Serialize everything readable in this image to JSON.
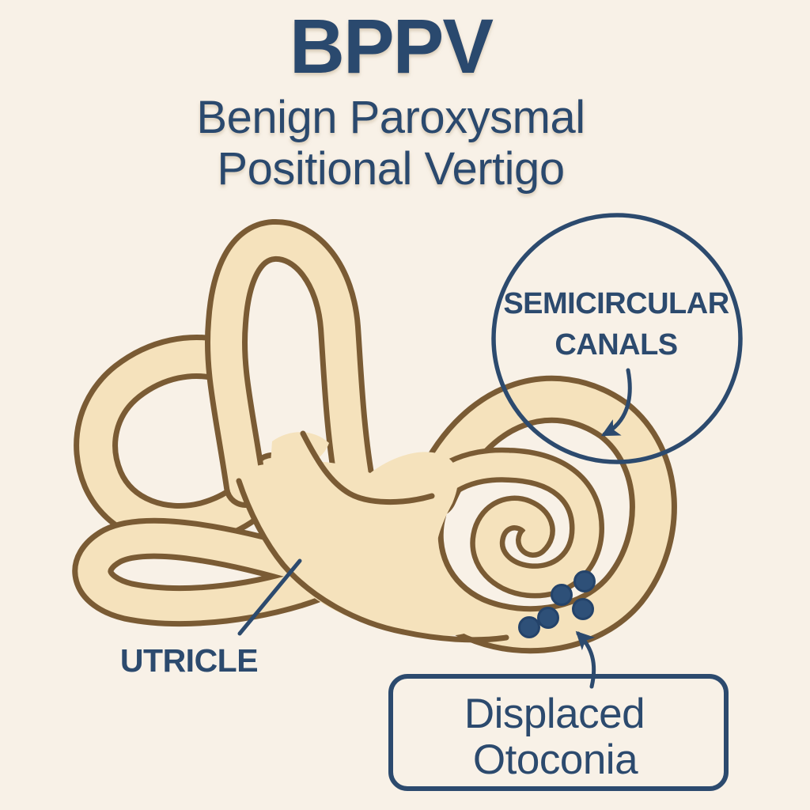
{
  "title": {
    "acronym": "BPPV",
    "subtitle_line1": "Benign Paroxysmal",
    "subtitle_line2": "Positional Vertigo"
  },
  "callouts": {
    "semicircular_canals": {
      "label_line1": "SEMICIRCULAR",
      "label_line2": "CANALS",
      "arrow": "curved-arrow-to-canal"
    },
    "utricle": {
      "label": "UTRICLE",
      "leader": "straight-line-to-utricle"
    },
    "displaced_otoconia": {
      "label_line1": "Displaced",
      "label_line2": "Otoconia",
      "arrow": "curved-arrow-to-otoconia"
    }
  },
  "illustration": {
    "subject": "inner-ear-vestibular-labyrinth-with-cochlea",
    "otoconia_count": 5
  },
  "colors": {
    "background": "#f8f1e7",
    "canal_fill": "#f5e2bc",
    "canal_outline": "#7a5b34",
    "accent_navy": "#2c4a6e",
    "otoconia_fill": "#2e5078",
    "otoconia_rim": "#24436a"
  }
}
